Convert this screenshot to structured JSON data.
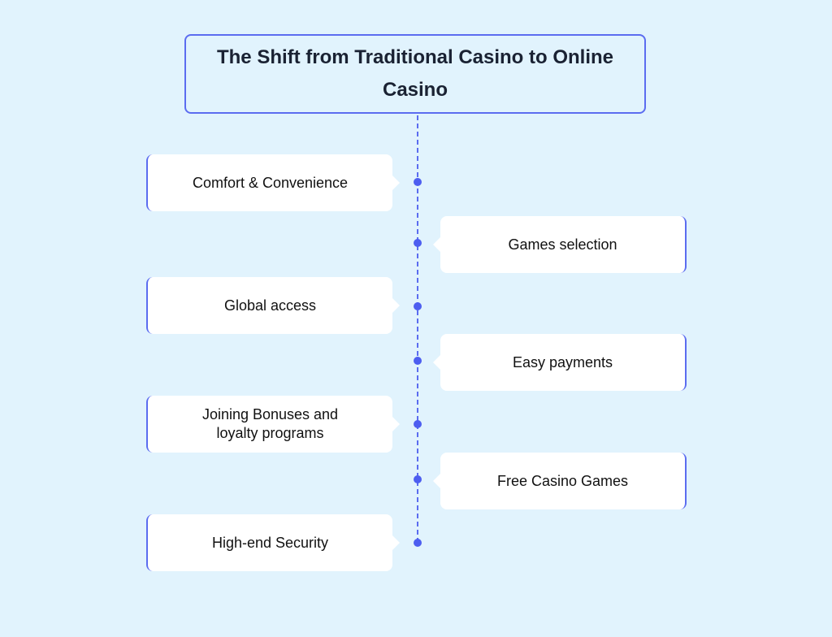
{
  "title": "The Shift from Traditional Casino to Online Casino",
  "items": [
    {
      "label": "Comfort & Convenience",
      "side": "left"
    },
    {
      "label": "Games selection",
      "side": "right"
    },
    {
      "label": "Global access",
      "side": "left"
    },
    {
      "label": "Easy payments",
      "side": "right"
    },
    {
      "label": "Joining Bonuses and loyalty programs",
      "side": "left"
    },
    {
      "label": "Free Casino Games",
      "side": "right"
    },
    {
      "label": "High-end Security",
      "side": "left"
    }
  ],
  "colors": {
    "background": "#e1f3fd",
    "accent": "#5b6cf0",
    "card": "#ffffff",
    "title_text": "#1a2233"
  }
}
